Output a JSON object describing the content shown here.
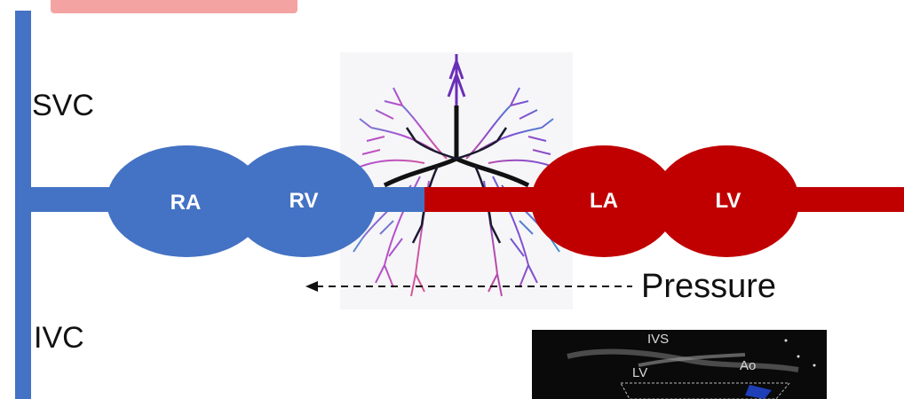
{
  "labels": {
    "svc": "SVC",
    "ivc": "IVC",
    "pressure": "Pressure"
  },
  "chambers": {
    "ra": "RA",
    "rv": "RV",
    "la": "LA",
    "lv": "LV"
  },
  "echo": {
    "ivs": "IVS",
    "lv": "LV",
    "ao": "Ao"
  },
  "colors": {
    "right_heart": "#4472c4",
    "left_heart": "#c00000",
    "header_box": "#f4a3a3"
  }
}
